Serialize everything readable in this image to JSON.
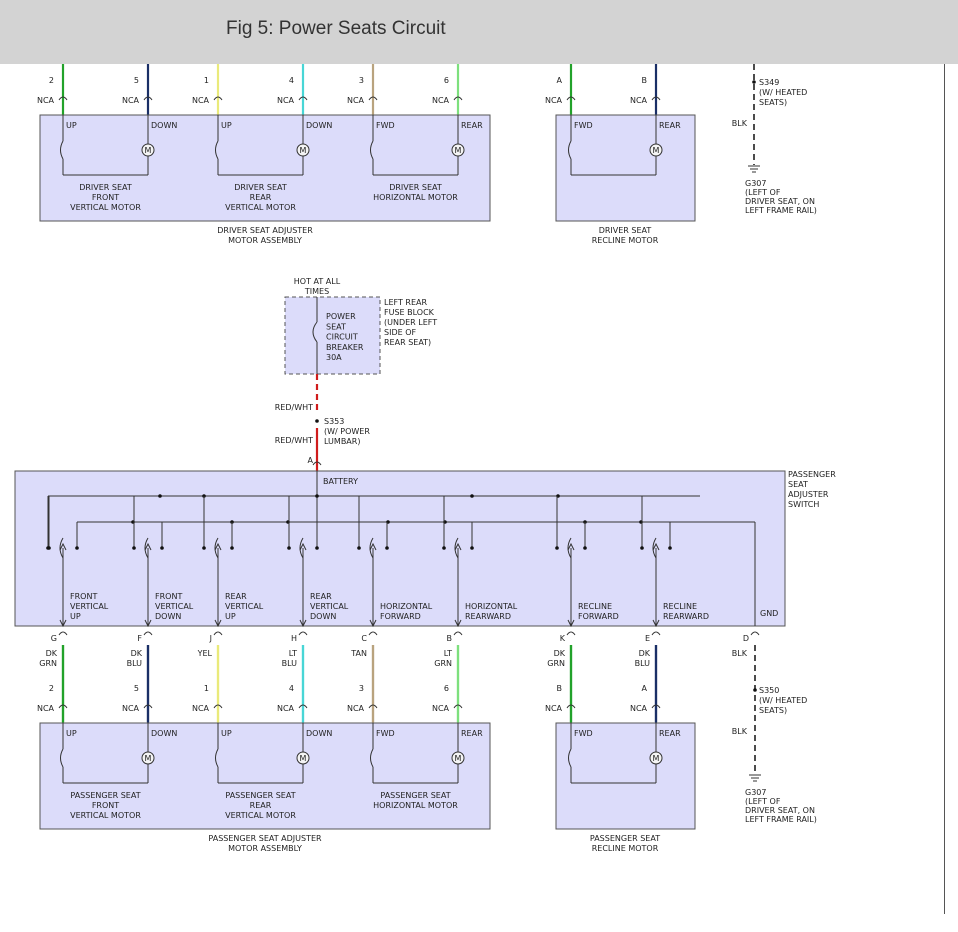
{
  "header": {
    "title": "Fig 5: Power Seats Circuit"
  },
  "colors": {
    "box_fill": "#dcdcfa",
    "green": "#22a22a",
    "navy": "#1a2f66",
    "yellow": "#eaea7a",
    "cyan": "#48d6d6",
    "tan": "#b9a37e",
    "light_green": "#7de07d",
    "red": "#d01c1c",
    "black": "#111111"
  },
  "labels": {
    "nca": "NCA",
    "blk": "BLK",
    "up": "UP",
    "down": "DOWN",
    "fwd": "FWD",
    "rear": "REAR",
    "motor": "M",
    "hot1": "HOT AT ALL",
    "hot2": "TIMES",
    "red_wht": "RED/WHT",
    "battery": "BATTERY",
    "gnd": "GND"
  },
  "driver": {
    "pins": [
      "2",
      "5",
      "1",
      "4",
      "3",
      "6"
    ],
    "recline_pins": [
      "A",
      "B"
    ],
    "motors": [
      [
        "DRIVER SEAT",
        "FRONT",
        "VERTICAL MOTOR"
      ],
      [
        "DRIVER SEAT",
        "REAR",
        "VERTICAL MOTOR"
      ],
      [
        "DRIVER SEAT",
        "HORIZONTAL MOTOR"
      ]
    ],
    "assembly": [
      "DRIVER SEAT ADJUSTER",
      "MOTOR ASSEMBLY"
    ],
    "recline": [
      "DRIVER SEAT",
      "RECLINE MOTOR"
    ],
    "splice": [
      "S349",
      "(W/ HEATED",
      "SEATS)"
    ],
    "ground": [
      "G307",
      "(LEFT OF",
      "DRIVER SEAT, ON",
      "LEFT FRAME RAIL)"
    ]
  },
  "breaker": {
    "lines": [
      "POWER",
      "SEAT",
      "CIRCUIT",
      "BREAKER",
      "30A"
    ],
    "location": [
      "LEFT REAR",
      "FUSE BLOCK",
      "(UNDER LEFT",
      "SIDE OF",
      "REAR SEAT)"
    ],
    "splice": [
      "S353",
      "(W/ POWER",
      "LUMBAR)"
    ],
    "pin": "A"
  },
  "switch": {
    "name": [
      "PASSENGER",
      "SEAT",
      "ADJUSTER",
      "SWITCH"
    ],
    "outputs": [
      [
        "FRONT",
        "VERTICAL",
        "UP"
      ],
      [
        "FRONT",
        "VERTICAL",
        "DOWN"
      ],
      [
        "REAR",
        "VERTICAL",
        "UP"
      ],
      [
        "REAR",
        "VERTICAL",
        "DOWN"
      ],
      [
        "HORIZONTAL",
        "FORWARD"
      ],
      [
        "HORIZONTAL",
        "REARWARD"
      ],
      [
        "RECLINE",
        "FORWARD"
      ],
      [
        "RECLINE",
        "REARWARD"
      ]
    ],
    "pins": [
      "G",
      "F",
      "J",
      "H",
      "C",
      "B",
      "K",
      "E",
      "D"
    ]
  },
  "passenger": {
    "wire_colors": [
      [
        "DK",
        "GRN"
      ],
      [
        "DK",
        "BLU"
      ],
      [
        "YEL"
      ],
      [
        "LT",
        "BLU"
      ],
      [
        "TAN"
      ],
      [
        "LT",
        "GRN"
      ],
      [
        "DK",
        "GRN"
      ],
      [
        "DK",
        "BLU"
      ]
    ],
    "pins": [
      "2",
      "5",
      "1",
      "4",
      "3",
      "6"
    ],
    "recline_pins": [
      "B",
      "A"
    ],
    "motors": [
      [
        "PASSENGER SEAT",
        "FRONT",
        "VERTICAL MOTOR"
      ],
      [
        "PASSENGER SEAT",
        "REAR",
        "VERTICAL MOTOR"
      ],
      [
        "PASSENGER SEAT",
        "HORIZONTAL MOTOR"
      ]
    ],
    "assembly": [
      "PASSENGER SEAT ADJUSTER",
      "MOTOR ASSEMBLY"
    ],
    "recline": [
      "PASSENGER SEAT",
      "RECLINE MOTOR"
    ],
    "splice": [
      "S350",
      "(W/ HEATED",
      "SEATS)"
    ],
    "ground": [
      "G307",
      "(LEFT OF",
      "DRIVER SEAT, ON",
      "LEFT FRAME RAIL)"
    ]
  }
}
